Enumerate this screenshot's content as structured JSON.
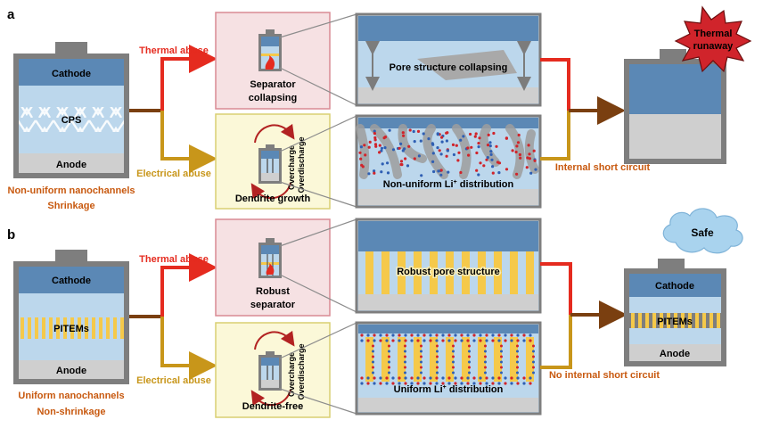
{
  "panel_a": {
    "label": "a",
    "battery": {
      "cathode": "Cathode",
      "separator": "CPS",
      "anode": "Anode"
    },
    "caption_lines": [
      "Non-uniform nanochannels",
      "Shrinkage"
    ],
    "thermal_label": "Thermal abuse",
    "electrical_label": "Electrical abuse",
    "thermal_box_lines": [
      "Separator",
      "collapsing"
    ],
    "electrical_box_label": "Dendrite growth",
    "overcharge": "Overcharge",
    "overdischarge": "Overdischarge",
    "zoom_top_label": "Pore structure collapsing",
    "zoom_bottom_label_prefix": "Non-uniform Li",
    "zoom_bottom_label_suffix": " distribution",
    "short_circuit_label": "Internal short circuit",
    "outcome_lines": [
      "Thermal",
      "runaway"
    ]
  },
  "panel_b": {
    "label": "b",
    "battery": {
      "cathode": "Cathode",
      "separator": "PITEMs",
      "anode": "Anode"
    },
    "caption_lines": [
      "Uniform nanochannels",
      "Non-shrinkage"
    ],
    "thermal_label": "Thermal abuse",
    "electrical_label": "Electrical abuse",
    "thermal_box_lines": [
      "Robust",
      "separator"
    ],
    "electrical_box_label": "Dendrite-free",
    "overcharge": "Overcharge",
    "overdischarge": "Overdischarge",
    "zoom_top_label": "Robust pore structure",
    "zoom_bottom_label_prefix": "Uniform Li",
    "zoom_bottom_label_suffix": " distribution",
    "short_circuit_label": "No internal short circuit",
    "outcome_label": "Safe",
    "result_battery": {
      "cathode": "Cathode",
      "separator": "PITEMs",
      "anode": "Anode"
    }
  },
  "ion_superscript": "+",
  "colors": {
    "thermal": "#e52b1f",
    "electrical": "#c8961a",
    "caption": "#c8590f",
    "cathode": "#5b88b5",
    "electrolyte": "#bcd7ec",
    "anode": "#cfcfcf",
    "pitems": "#f5c94a",
    "outcome_arrow": "#7a3f10"
  }
}
